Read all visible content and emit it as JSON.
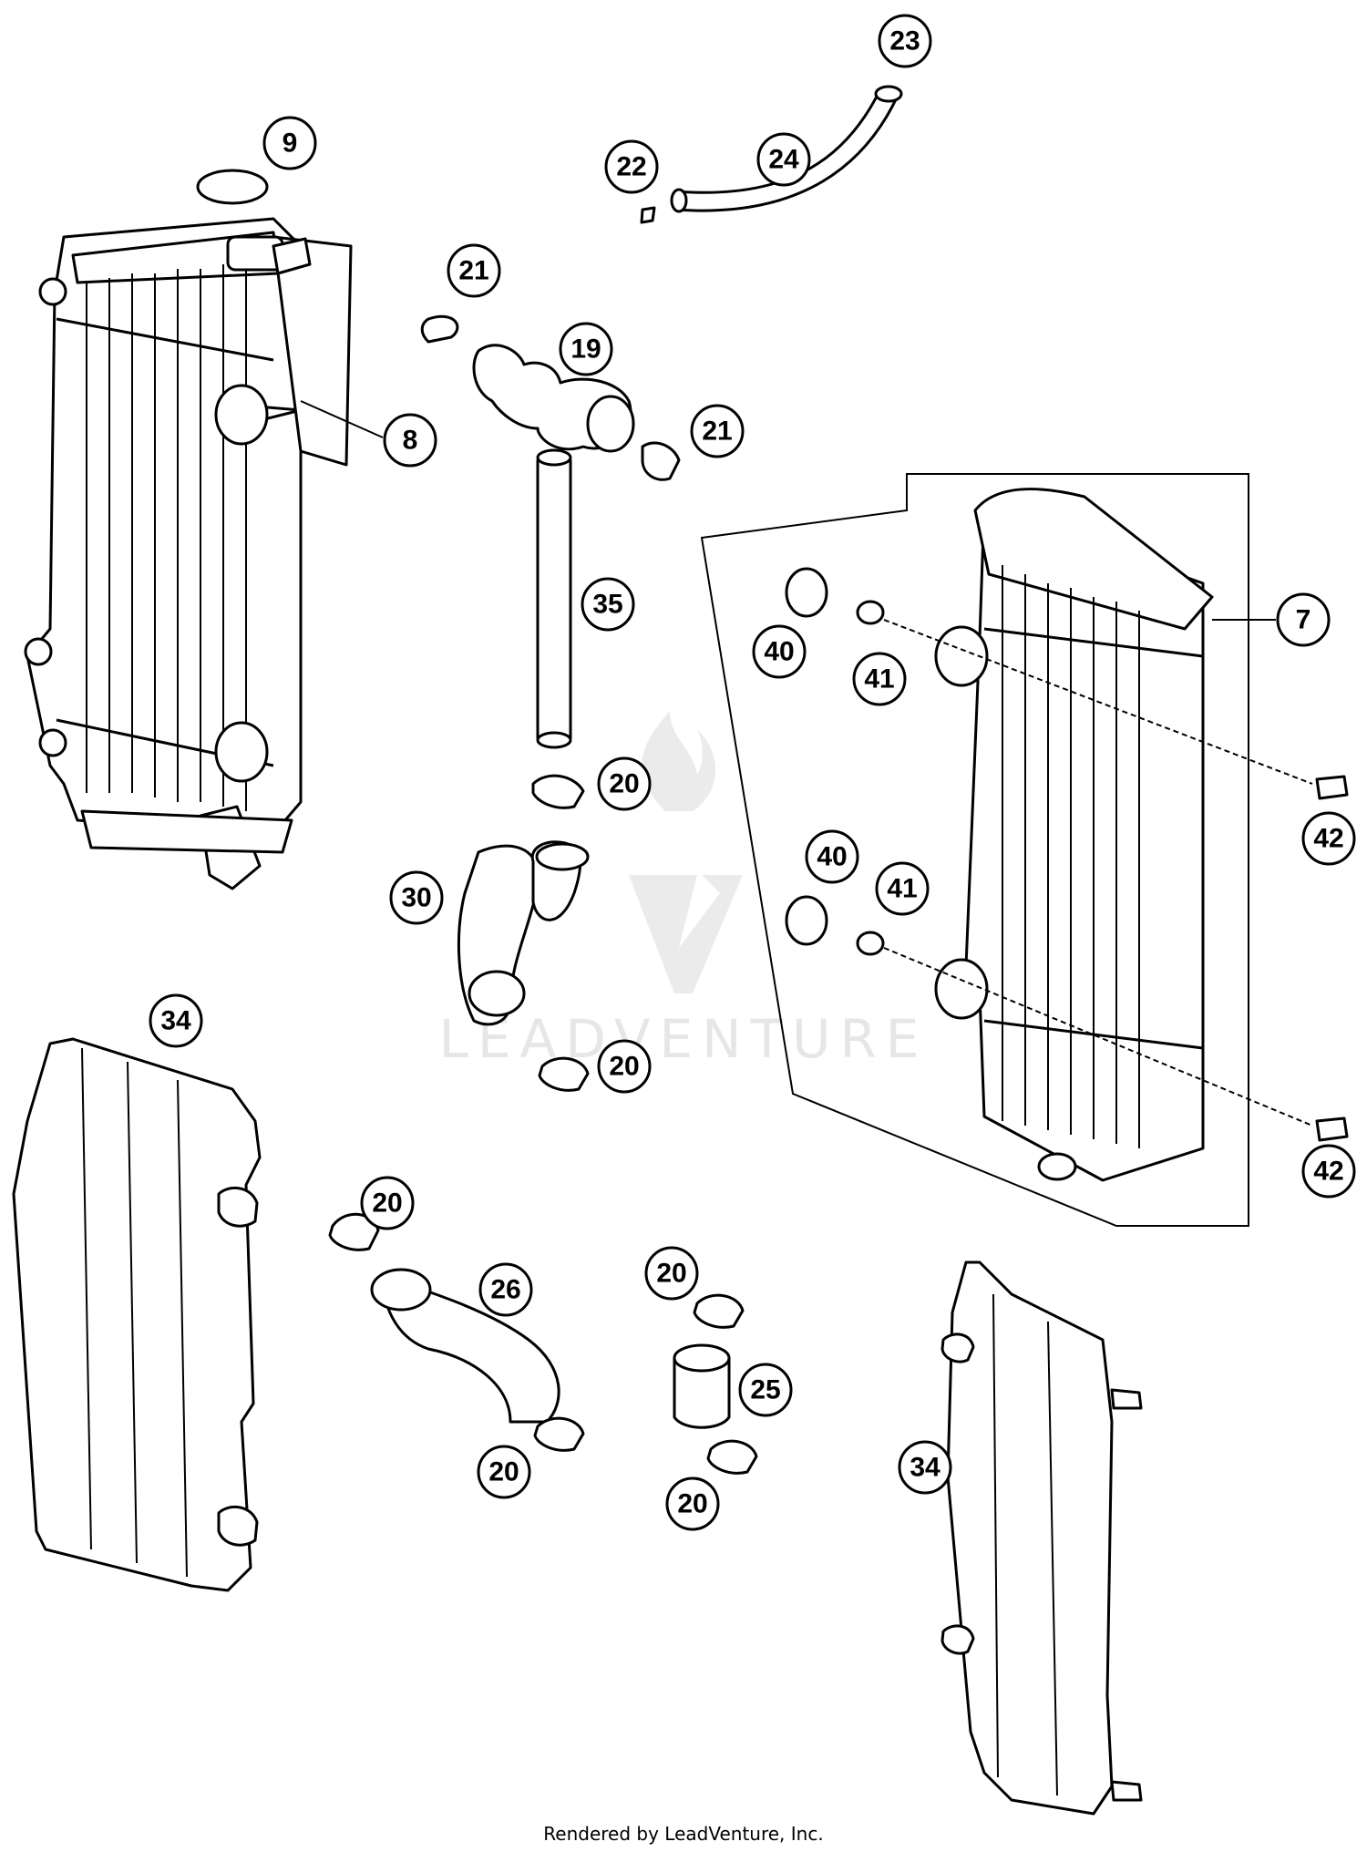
{
  "callouts": [
    "23",
    "24",
    "22",
    "9",
    "21",
    "19",
    "21",
    "8",
    "35",
    "7",
    "40",
    "41",
    "42",
    "20",
    "30",
    "40",
    "41",
    "42",
    "20",
    "34",
    "20",
    "26",
    "20",
    "25",
    "20",
    "34",
    "20"
  ],
  "watermark": {
    "text": "LEADVENTURE",
    "color": "#e6e6e6"
  },
  "credit": "Rendered by LeadVenture, Inc.",
  "icons": [
    "flame-logo-icon"
  ]
}
